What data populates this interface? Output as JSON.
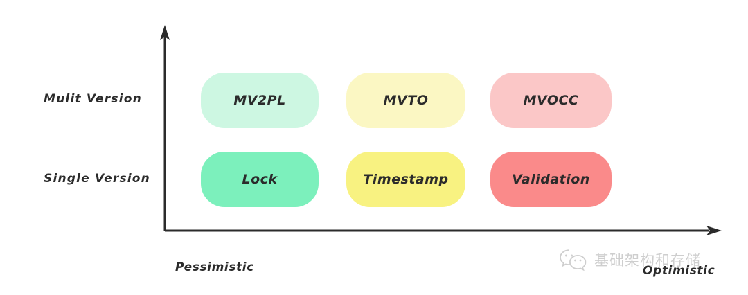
{
  "chart_data": {
    "type": "table",
    "title": "",
    "xlabel": "",
    "ylabel": "",
    "grid": false,
    "legend": "none",
    "x_axis": {
      "arrow": "right",
      "low_label": "Pessimistic",
      "high_label": "Optimistic"
    },
    "y_axis": {
      "arrow": "up",
      "low_label": "Single Version",
      "high_label": "Mulit Version"
    },
    "row_labels": [
      "Mulit Version",
      "Single Version"
    ],
    "col_labels": [
      "Pessimistic",
      "",
      "Optimistic"
    ],
    "cells": [
      [
        {
          "label": "MV2PL",
          "color": "#cdf7e2"
        },
        {
          "label": "MVTO",
          "color": "#fbf7c3"
        },
        {
          "label": "MVOCC",
          "color": "#fbc7c7"
        }
      ],
      [
        {
          "label": "Lock",
          "color": "#7cf0bc"
        },
        {
          "label": "Timestamp",
          "color": "#f8f281"
        },
        {
          "label": "Validation",
          "color": "#fa8a8a"
        }
      ]
    ]
  },
  "diagram": {
    "axis_color": "#2b2b2b",
    "text_color": "#2b2b2b",
    "background": "#ffffff",
    "y_label_top": "Mulit Version",
    "y_label_bottom": "Single Version",
    "x_label_left": "Pessimistic",
    "x_label_right": "Optimistic",
    "boxes": {
      "mv2pl": {
        "label": "MV2PL",
        "color": "#cdf7e2"
      },
      "mvto": {
        "label": "MVTO",
        "color": "#fbf7c3"
      },
      "mvocc": {
        "label": "MVOCC",
        "color": "#fbc7c7"
      },
      "lock": {
        "label": "Lock",
        "color": "#7cf0bc"
      },
      "timestamp": {
        "label": "Timestamp",
        "color": "#f8f281"
      },
      "validation": {
        "label": "Validation",
        "color": "#fa8a8a"
      }
    }
  },
  "watermark": {
    "text": "基础架构和存储",
    "icon": "wechat-icon",
    "color": "#8d8d8d"
  }
}
